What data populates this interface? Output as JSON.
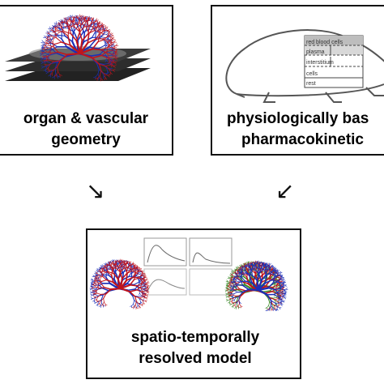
{
  "panels": {
    "left": {
      "line1": "organ & vascular",
      "line2": "geometry"
    },
    "right": {
      "line1": "physiologically bas",
      "line2": "pharmacokinetic",
      "compartments": [
        "red blood cells",
        "plasma",
        "interstitium",
        "cells",
        "rest"
      ]
    },
    "bottom": {
      "line1": "spatio-temporally",
      "line2": "resolved model"
    }
  },
  "arrows": {
    "left": "↘",
    "right": "↙"
  },
  "colors": {
    "vessel_blue": "#1b2fb8",
    "vessel_red": "#c0141c",
    "tissue_green": "#3c8a2a",
    "slice_dark": "#1a1a1a"
  }
}
